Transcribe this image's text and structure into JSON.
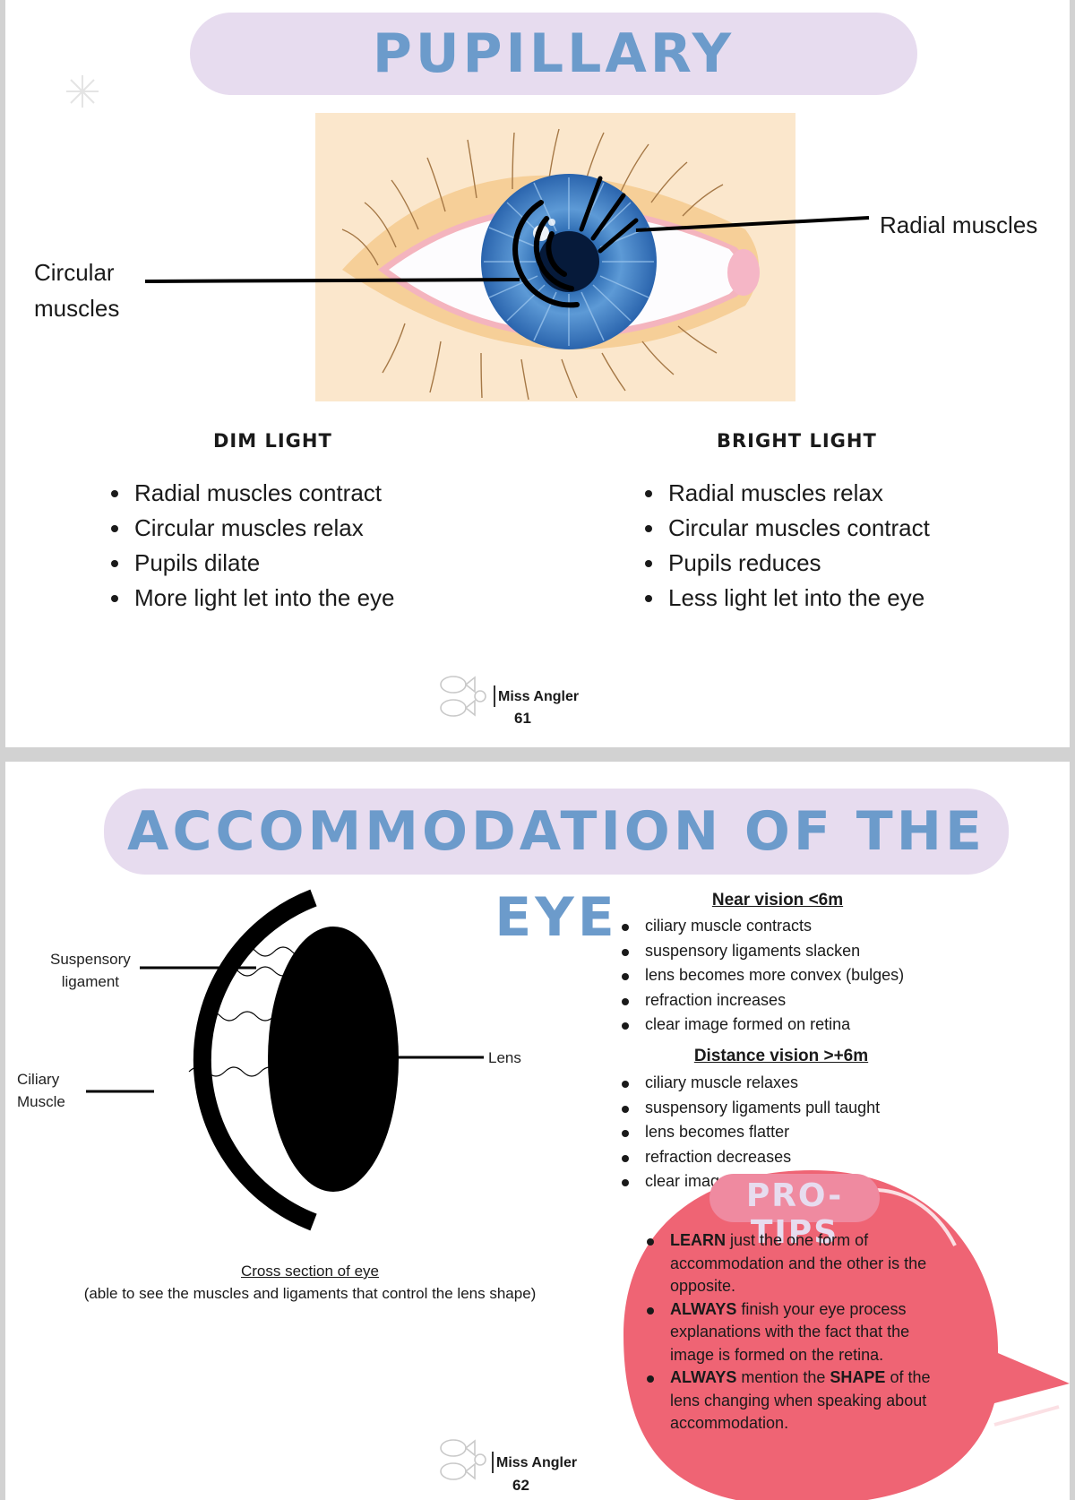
{
  "page1": {
    "title": "PUPILLARY MECHANISM",
    "labels": {
      "radial": "Radial muscles",
      "circular_line1": "Circular",
      "circular_line2": "muscles"
    },
    "dim": {
      "heading": "DIM LIGHT",
      "items": [
        "Radial muscles contract",
        "Circular muscles relax",
        "Pupils dilate",
        "More light let into the eye"
      ]
    },
    "bright": {
      "heading": "BRIGHT LIGHT",
      "items": [
        "Radial muscles relax",
        "Circular muscles contract",
        "Pupils reduces",
        "Less light let into the eye"
      ]
    },
    "footer": {
      "name": "Miss Angler",
      "page": "61"
    }
  },
  "page2": {
    "title": "ACCOMMODATION OF THE EYE",
    "diagram": {
      "suspensory_line1": "Suspensory",
      "suspensory_line2": "ligament",
      "ciliary_line1": "Ciliary",
      "ciliary_line2": "Muscle",
      "lens": "Lens",
      "caption_title": "Cross section of eye",
      "caption_text": "(able to see the muscles and ligaments that control the lens shape)"
    },
    "near": {
      "heading": "Near vision <6m",
      "items": [
        "ciliary muscle contracts",
        "suspensory ligaments slacken",
        "lens becomes more convex (bulges)",
        "refraction increases",
        "clear image formed on retina"
      ]
    },
    "distance": {
      "heading": "Distance vision >+6m",
      "items": [
        "ciliary muscle relaxes",
        "suspensory ligaments pull taught",
        "lens becomes flatter",
        "refraction decreases",
        "clear image formed on retina"
      ]
    },
    "protips": {
      "title": "PRO-TIPS",
      "tip1_bold": "LEARN",
      "tip1_text": " just the one form of accommodation and the other is the opposite.",
      "tip2_bold": "ALWAYS",
      "tip2_text": " finish your eye process explanations with the fact that the image is formed on the retina.",
      "tip3_bold": "ALWAYS",
      "tip3_text_a": " mention the ",
      "tip3_bold2": "SHAPE",
      "tip3_text_b": " of the lens changing when speaking about accommodation."
    },
    "footer": {
      "name": "Miss Angler",
      "page": "62"
    }
  },
  "colors": {
    "title_text": "#6c9bcb",
    "title_bg": "#e7dcef",
    "protips_bg": "#ef6474"
  }
}
